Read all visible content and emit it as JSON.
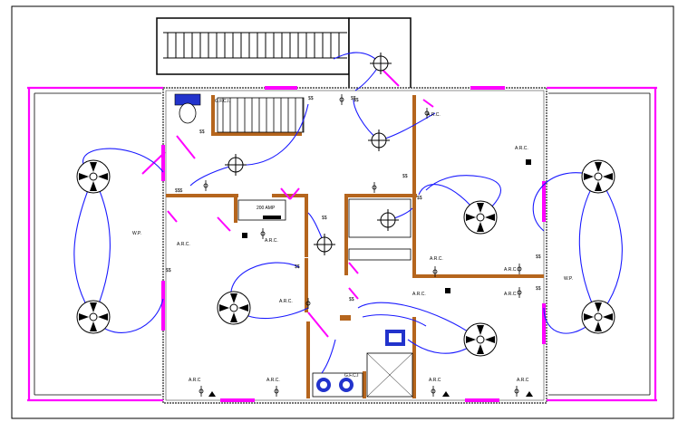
{
  "colors": {
    "wall": "#222222",
    "window": "#ff00ff",
    "interior_wall": "#b5651d",
    "wiring": "#1a1aff",
    "fixture_blue": "#2233cc"
  },
  "labels": {
    "gfci_top": "G.F.C.I.",
    "arc_top_mid": "A.R.C.",
    "arc_right_top": "A.R.C.",
    "amp_panel": "200 AMP",
    "wp_left": "W.P.",
    "arc_left": "A.R.C.",
    "arc_panel": "A.R.C.",
    "arc_center": "A.R.C.",
    "arc_mid_right": "A.R.C.",
    "arc_right_mid": "A.R.C.",
    "wp_right": "W.P.",
    "arc_center_low": "A.R.C.",
    "arc_right_low": "A.R.C.",
    "arc_bottom_1": "A.R.C",
    "arc_bottom_2": "A.R.C.",
    "gfci_bottom": "G.F.C.I",
    "arc_bottom_3": "A.R.C",
    "arc_bottom_4": "A.R.C",
    "switch_sss_1": "$$$",
    "switch_ss_1": "$$",
    "switch_ss_2": "$$",
    "switch_ss_3": "$$",
    "switch_ss_4": "$$",
    "switch_ss_5": "$$",
    "switch_ss_6": "$$",
    "switch_ss_7": "$$",
    "switch_ss_8": "$$",
    "switch_ss_9": "$$",
    "switch_ss_10": "$$",
    "switch_ss_11": "$$",
    "switch_ss_12": "$$"
  }
}
